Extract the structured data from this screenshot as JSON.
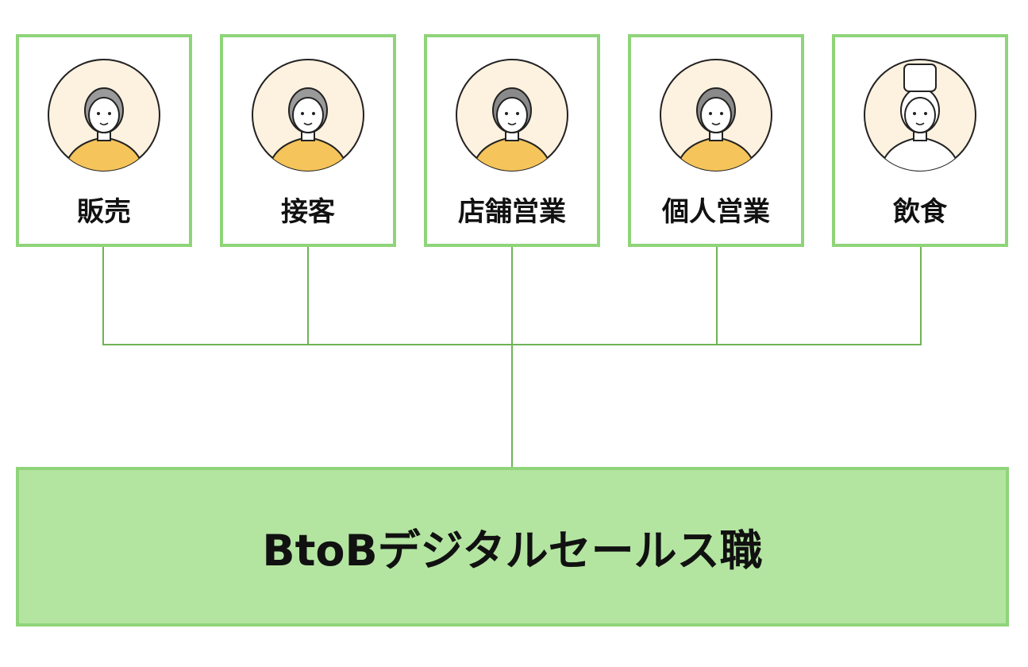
{
  "roles": [
    {
      "label": "販売",
      "icon": "sales-clerk-avatar-icon"
    },
    {
      "label": "接客",
      "icon": "service-staff-avatar-icon"
    },
    {
      "label": "店舗営業",
      "icon": "store-sales-avatar-icon"
    },
    {
      "label": "個人営業",
      "icon": "individual-sales-avatar-icon"
    },
    {
      "label": "飲食",
      "icon": "chef-avatar-icon"
    }
  ],
  "target": {
    "label": "BtoBデジタルセールス職"
  },
  "colors": {
    "border": "#8fd47a",
    "fill": "#b3e5a1",
    "connector": "#6fb356",
    "avatar_bg": "#fdf1df",
    "clothing": "#f5c45a"
  }
}
